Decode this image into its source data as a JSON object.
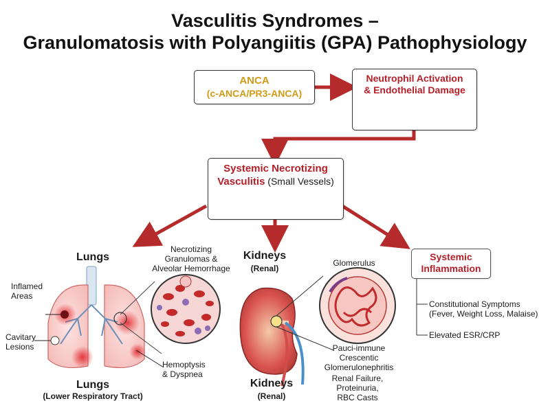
{
  "title": {
    "line1": "Vasculitis Syndromes –",
    "line2": "Granulomatosis with Polyangiitis (GPA) Pathophysiology"
  },
  "anca_box": {
    "line1": "ANCA",
    "line2": "(c-ANCA/PR3-ANCA)"
  },
  "neutrophil_box": {
    "line1": "Neutrophil Activation",
    "line2": "& Endothelial Damage"
  },
  "vasculitis_box": {
    "line1": "Systemic Necrotizing",
    "line2_bold": "Vasculitis",
    "line2_rest": " (Small Vessels)"
  },
  "lungs": {
    "heading": "Lungs",
    "granuloma_label_1": "Necrotizing",
    "granuloma_label_2": "Granulomas &",
    "granuloma_label_3": "Alveolar Hemorrhage",
    "inflamed_1": "Inflamed",
    "inflamed_2": "Areas",
    "cavitary_1": "Cavitary",
    "cavitary_2": "Lesions",
    "hemoptysis_1": "Hemoptysis",
    "hemoptysis_2": "& Dyspnea",
    "footer": "Lungs",
    "footer_sub": "(Lower Respiratory Tract)"
  },
  "kidneys": {
    "heading": "Kidneys",
    "heading_sub": "(Renal)",
    "glomerulus": "Glomerulus",
    "pauci_1": "Pauci-immune",
    "pauci_2": "Crescentic",
    "pauci_3": "Glomerulonephritis",
    "renal_1": "Renal Failure,",
    "renal_2": "Proteinuria,",
    "renal_3": "RBC Casts",
    "footer": "Kidneys",
    "footer_sub": "(Renal)"
  },
  "systemic": {
    "line1": "Systemic",
    "line2": "Inflammation",
    "const_1": "Constitutional Symptoms",
    "const_2": "(Fever, Weight Loss, Malaise)",
    "esr": "Elevated ESR/CRP"
  },
  "colors": {
    "red": "#b3202a",
    "gold": "#d19a17",
    "blue": "#2b6aa6",
    "arrow": "#b52a2a"
  }
}
